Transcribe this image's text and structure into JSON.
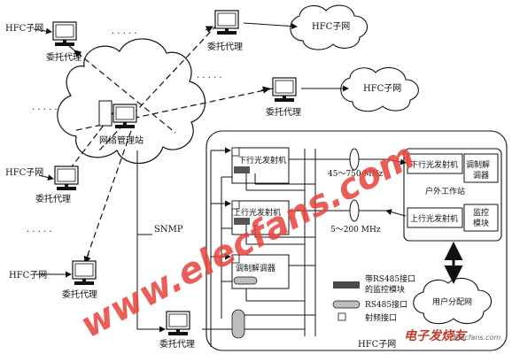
{
  "labels": {
    "hfc": "HFC子网",
    "agent": "委托代理",
    "nms": "网络管理站",
    "snmp": "SNMP",
    "down_tx": "下行光发射机",
    "up_tx": "上行光发射机",
    "modem": "调制解调器",
    "freq_down": "45～750 MHz",
    "freq_up": "5～200 MHz",
    "outdoor_station": "户外工作站",
    "modem_short": "调制解调器",
    "monitor_module": "监控模块",
    "user_dist": "用户分配网",
    "legend_rs485_monitor": "带RS485接口的监控模块",
    "legend_rs485_port": "RS485接口",
    "legend_rf_port": "射频接口",
    "dots": ". . . . ."
  },
  "watermark": {
    "main": "www.elecfans.com",
    "brand_cn": "电子发烧友",
    "brand_en": "Elecfans.com"
  },
  "colors": {
    "watermark": "#e8433c",
    "line": "#111111",
    "module_fill": "#555555",
    "legend_dark": "#4a4a4a",
    "legend_light": "#bdbdbd"
  }
}
